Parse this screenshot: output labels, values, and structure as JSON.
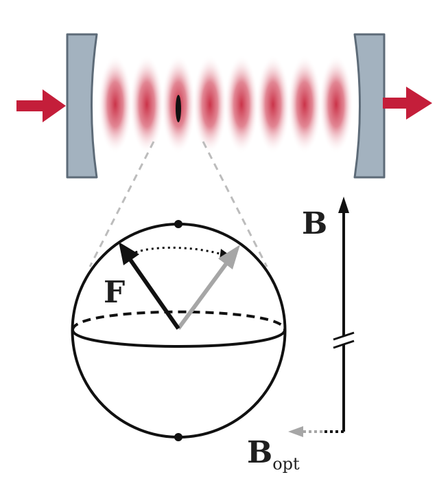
{
  "labels": {
    "spin_vector": "F",
    "magnetic_field": "B",
    "optical_field_main": "B",
    "optical_field_subscript": "opt"
  },
  "colors": {
    "laser_arrow": "#c41e3a",
    "standing_wave": "#c8283f",
    "mirror_fill": "#a3b2bf",
    "mirror_stroke": "#5d6b78",
    "sphere_stroke": "#111111",
    "spin_arrow": "#111111",
    "shifted_arrow": "#a6a6a6",
    "guide_dash": "#bcbcbc"
  },
  "icons": {
    "input_beam": "arrow-right-icon",
    "output_beam": "arrow-right-icon",
    "field_axis_break": "axis-break-icon"
  },
  "standing_wave": {
    "antinode_count": 8,
    "atom_antinode_index": 3
  }
}
